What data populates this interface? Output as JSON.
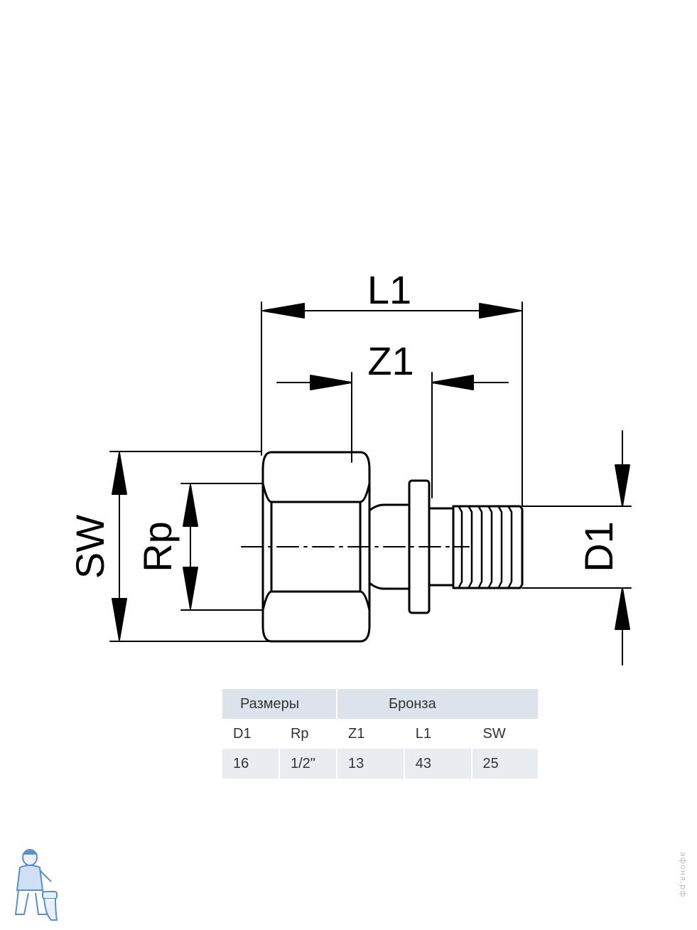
{
  "drawing": {
    "labels": {
      "L1": "L1",
      "Z1": "Z1",
      "SW": "SW",
      "Rp": "Rp",
      "D1": "D1"
    }
  },
  "table": {
    "header": {
      "dimensions": "Размеры",
      "material": "Бронза"
    },
    "columns": [
      "D1",
      "Rp",
      "Z1",
      "L1",
      "SW"
    ],
    "rows": [
      [
        "16",
        "1/2\"",
        "13",
        "43",
        "25"
      ]
    ]
  },
  "watermark": "афоня.рф",
  "colors": {
    "header_bg": "#dce3ec",
    "row_bg": "#e9edf2",
    "line": "#000000",
    "logo": "#5b8fc9"
  },
  "logo": {
    "icon": "plumber-mascot-icon"
  }
}
